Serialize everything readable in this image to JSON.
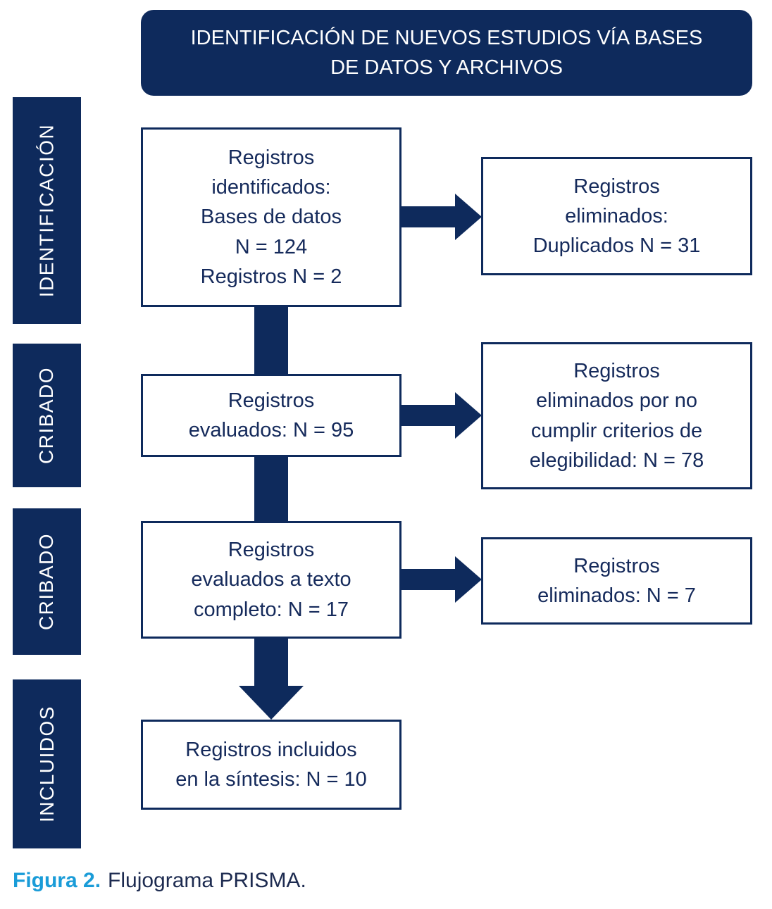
{
  "header": {
    "title": "IDENTIFICACIÓN DE NUEVOS ESTUDIOS VÍA BASES\nDE DATOS Y ARCHIVOS"
  },
  "stages": [
    {
      "label": "IDENTIFICACIÓN"
    },
    {
      "label": "CRIBADO"
    },
    {
      "label": "CRIBADO"
    },
    {
      "label": "INCLUIDOS"
    }
  ],
  "main_boxes": [
    {
      "text": "Registros\nidentificados:\nBases de datos\nN = 124\nRegistros N = 2"
    },
    {
      "text": "Registros\nevaluados: N = 95"
    },
    {
      "text": "Registros\nevaluados a texto\ncompleto: N = 17"
    },
    {
      "text": "Registros incluidos\nen la síntesis: N = 10"
    }
  ],
  "side_boxes": [
    {
      "text": "Registros\neliminados:\nDuplicados N = 31"
    },
    {
      "text": "Registros\neliminados por no\ncumplir criterios de\nelegibilidad: N = 78"
    },
    {
      "text": "Registros\neliminados: N = 7"
    }
  ],
  "caption": {
    "prefix": "Figura 2.",
    "text": "Flujograma PRISMA."
  },
  "colors": {
    "navy": "#0e2a5c",
    "caption_blue": "#1a9cd8",
    "box_text": "#152a5b"
  }
}
